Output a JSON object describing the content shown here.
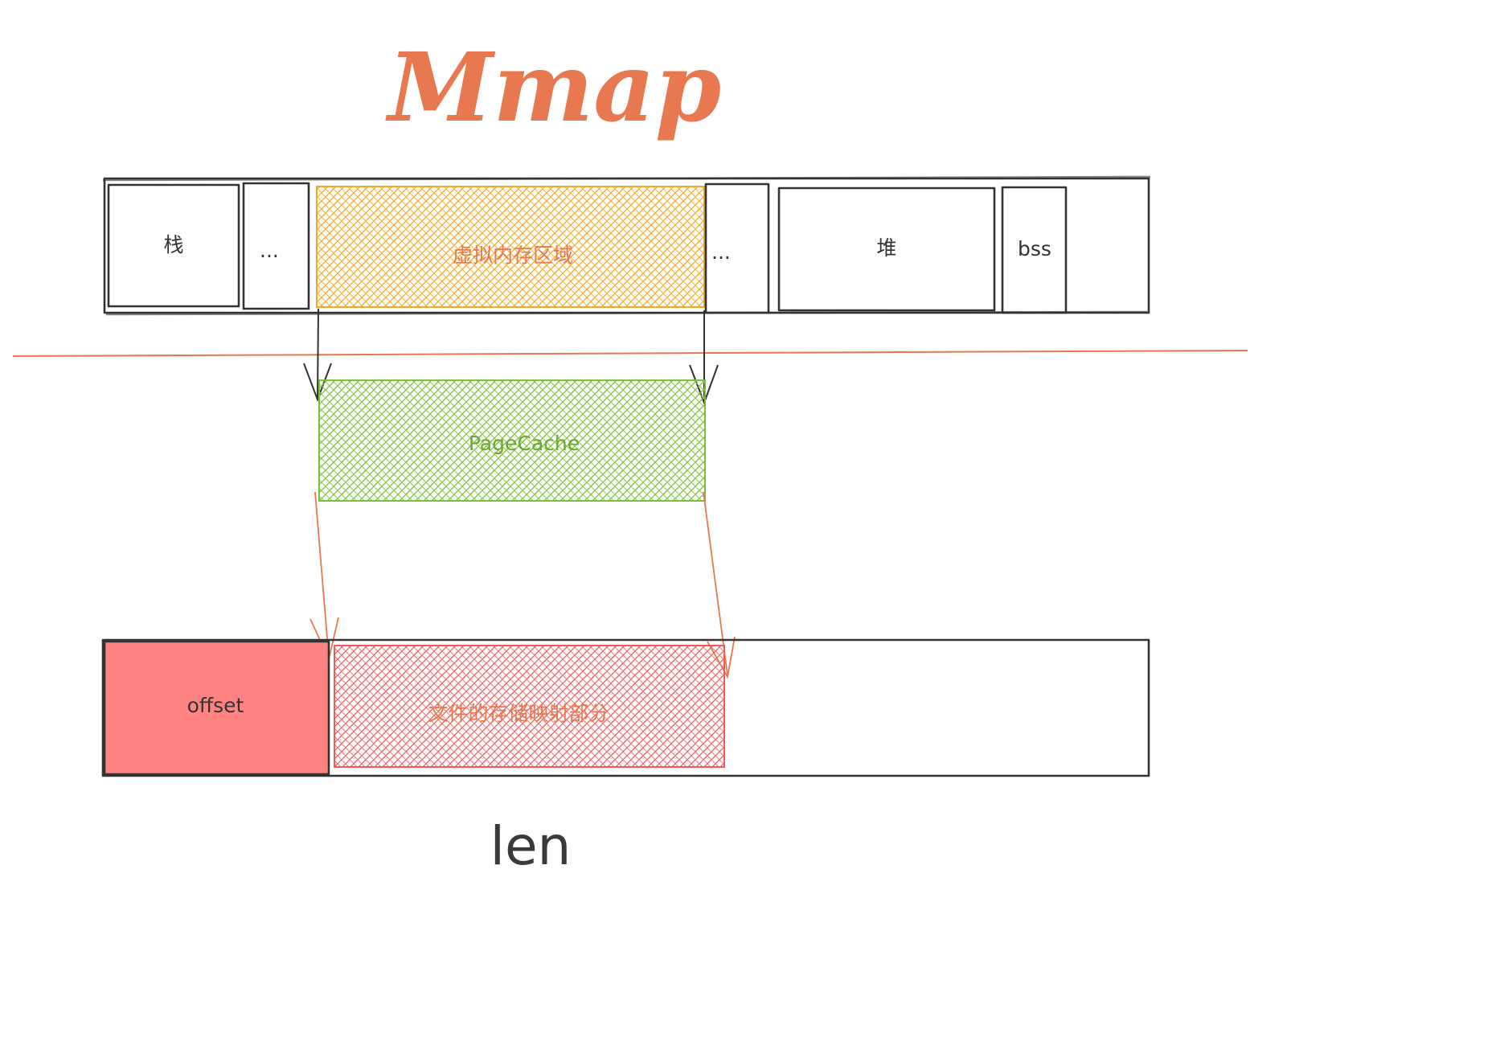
{
  "title": "Mmap",
  "colors": {
    "title": "#e8784f",
    "outline": "#333333",
    "virtual_region_fill": "#f7b43a",
    "virtual_region_text": "#e8784f",
    "pagecache_fill": "#8ccb4a",
    "pagecache_text": "#6aa830",
    "offset_fill": "#ff8383",
    "file_region_fill": "#f26b6b",
    "file_region_text": "#e8784f",
    "divider": "#e8784f",
    "orange_arrow": "#e8784f"
  },
  "process_memory": {
    "segments": [
      {
        "id": "stack",
        "label": "栈"
      },
      {
        "id": "gap1",
        "label": "..."
      },
      {
        "id": "virtual",
        "label": "虚拟内存区域"
      },
      {
        "id": "gap2",
        "label": "..."
      },
      {
        "id": "heap",
        "label": "堆"
      },
      {
        "id": "bss",
        "label": "bss"
      }
    ]
  },
  "page_cache": {
    "label": "PageCache"
  },
  "file": {
    "offset_label": "offset",
    "mapped_label": "文件的存储映射部分"
  },
  "len_label": "len"
}
